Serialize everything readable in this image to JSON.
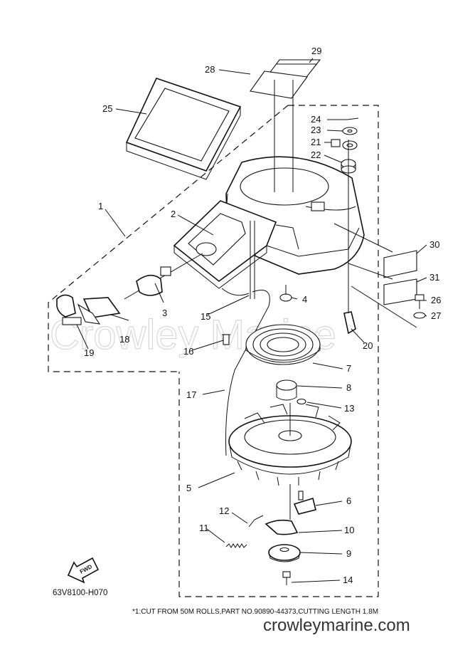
{
  "diagram": {
    "watermark": "Crowley Marine",
    "figure_code": "63V8100-H070",
    "footnote": "*1:CUT FROM 50M ROLLS,PART NO.90890-44373,CUTTING LENGTH 1.8M",
    "site": "crowleymarine.com",
    "fwd_label": "FWD",
    "callouts": {
      "c1": "1",
      "c2": "2",
      "c3": "3",
      "c4": "4",
      "c5": "5",
      "c6": "6",
      "c7": "7",
      "c8": "8",
      "c9": "9",
      "c10": "10",
      "c11": "11",
      "c12": "12",
      "c13": "13",
      "c14": "14",
      "c15": "15",
      "c16": "16",
      "c17": "17",
      "c18": "18",
      "c19": "19",
      "c20": "20",
      "c21": "21",
      "c22": "22",
      "c23": "23",
      "c24": "24",
      "c25": "25",
      "c26": "26",
      "c27": "27",
      "c28": "28",
      "c29": "29",
      "c30": "30",
      "c31": "31"
    }
  }
}
